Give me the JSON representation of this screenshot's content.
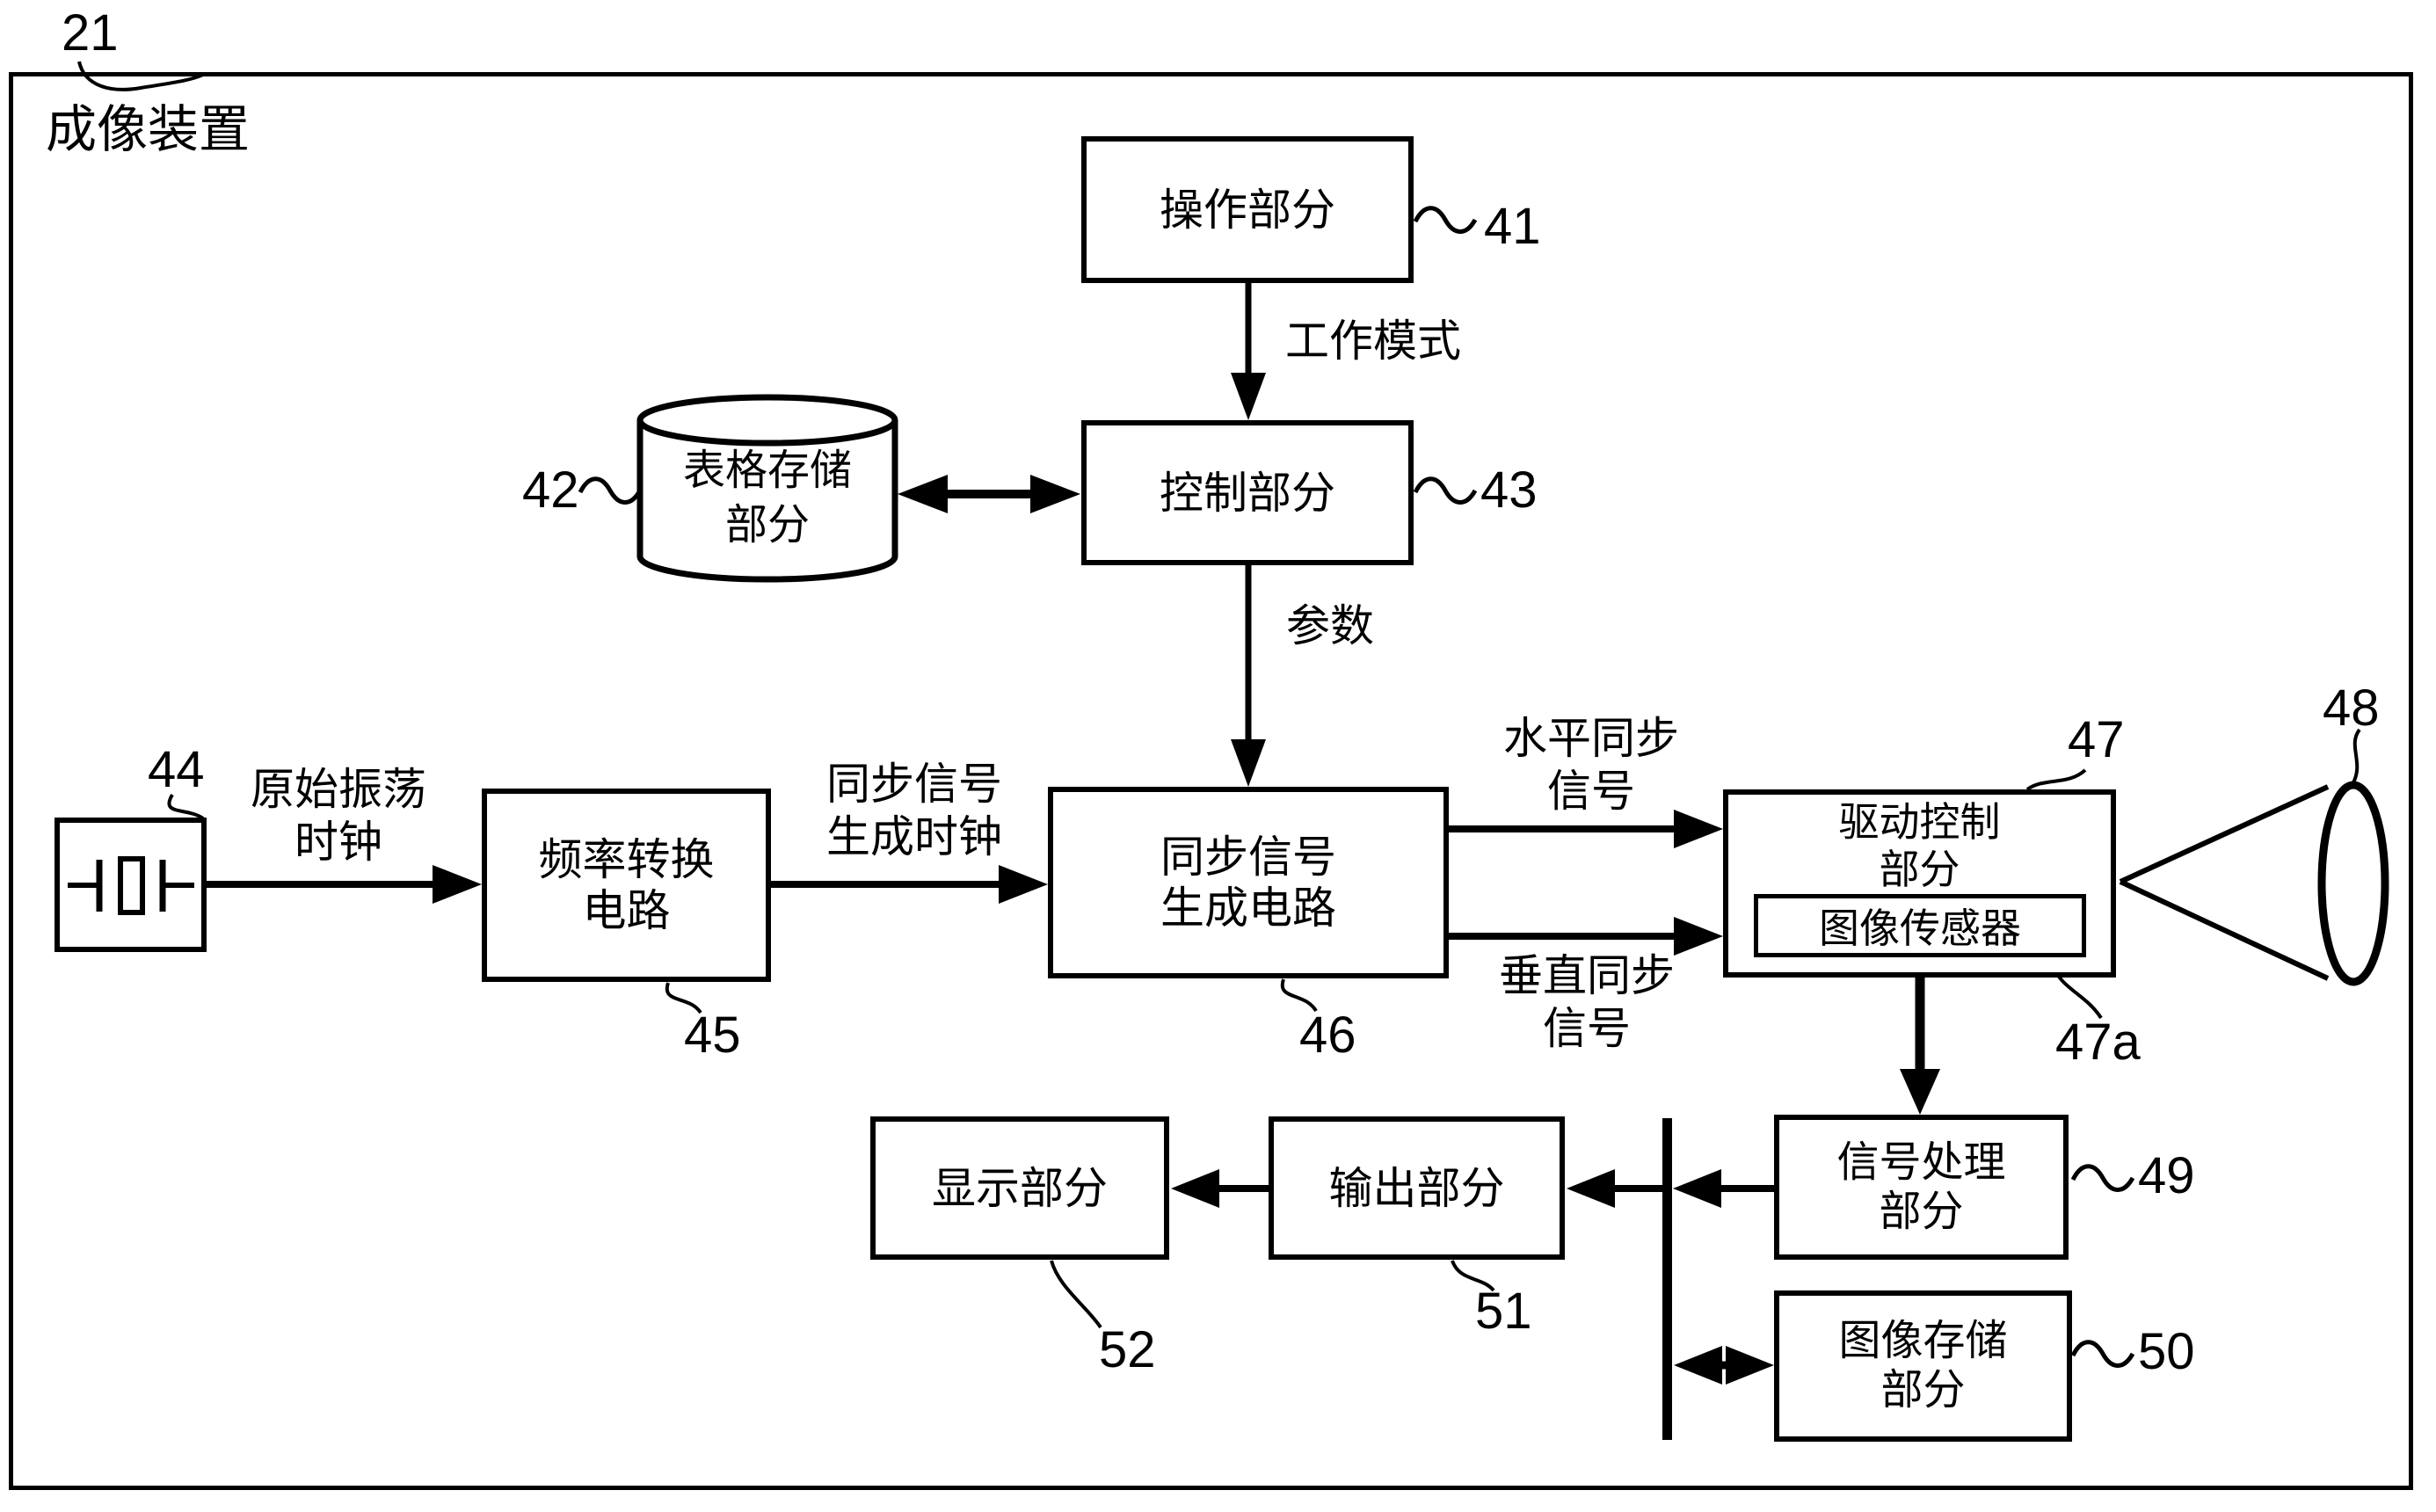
{
  "colors": {
    "ink": "#000000",
    "paper": "#ffffff"
  },
  "frame": {
    "ref": "21",
    "title": "成像装置"
  },
  "blocks": {
    "operation": {
      "label": "操作部分",
      "ref": "41"
    },
    "table_storage": {
      "line1": "表格存储",
      "line2": "部分",
      "ref": "42"
    },
    "control": {
      "label": "控制部分",
      "ref": "43"
    },
    "crystal_oscillator": {
      "ref": "44"
    },
    "frequency_conversion": {
      "line1": "频率转换",
      "line2": "电路",
      "ref": "45"
    },
    "sync_signal_generation": {
      "line1": "同步信号",
      "line2": "生成电路",
      "ref": "46"
    },
    "drive_control": {
      "line1": "驱动控制",
      "line2": "部分",
      "ref": "47"
    },
    "image_sensor": {
      "label": "图像传感器",
      "ref": "47a"
    },
    "lens": {
      "ref": "48"
    },
    "signal_processing": {
      "line1": "信号处理",
      "line2": "部分",
      "ref": "49"
    },
    "image_storage": {
      "line1": "图像存储",
      "line2": "部分",
      "ref": "50"
    },
    "output": {
      "label": "输出部分",
      "ref": "51"
    },
    "display": {
      "label": "显示部分",
      "ref": "52"
    }
  },
  "signal_labels": {
    "work_mode": "工作模式",
    "parameters": "参数",
    "raw_osc_clock": {
      "line1": "原始振荡",
      "line2": "时钟"
    },
    "sync_gen_clock": {
      "line1": "同步信号",
      "line2": "生成时钟"
    },
    "h_sync": {
      "line1": "水平同步",
      "line2": "信号"
    },
    "v_sync": {
      "line1": "垂直同步",
      "line2": "信号"
    }
  }
}
